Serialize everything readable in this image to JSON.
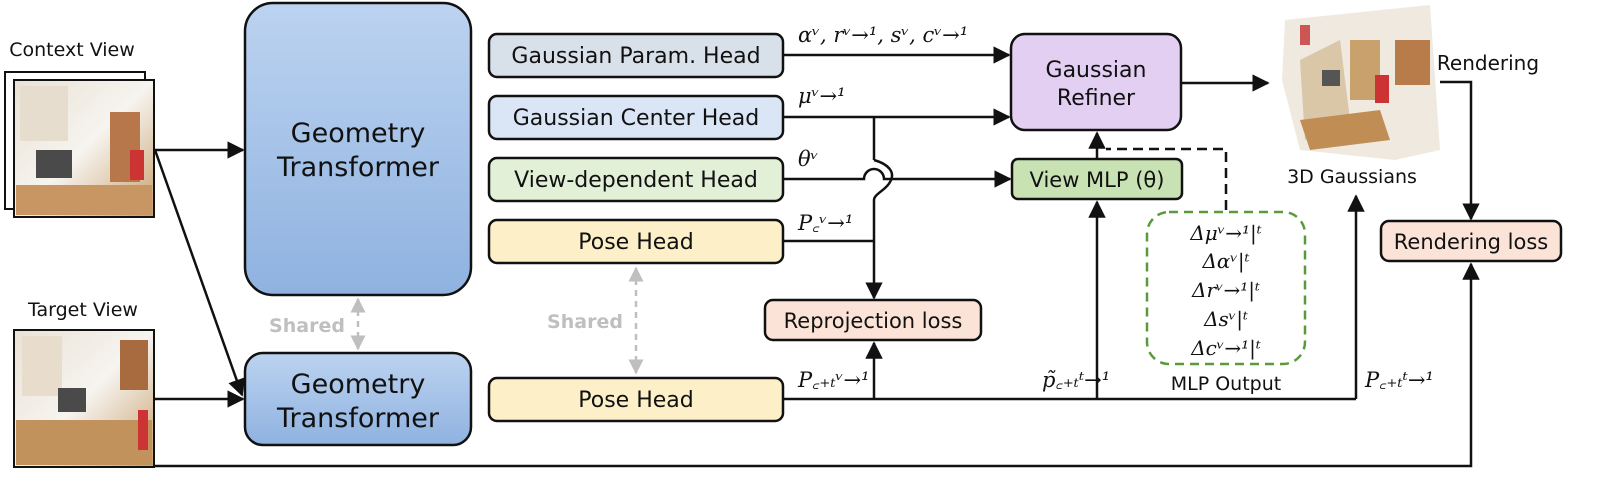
{
  "labels": {
    "context_view": "Context View",
    "target_view": "Target View",
    "geometry_transformer_top": [
      "Geometry",
      "Transformer"
    ],
    "geometry_transformer_bottom": [
      "Geometry",
      "Transformer"
    ],
    "shared_left": "Shared",
    "shared_mid": "Shared",
    "gaussian_param_head": "Gaussian Param. Head",
    "gaussian_center_head": "Gaussian Center Head",
    "view_dependent_head": "View-dependent Head",
    "pose_head_top": "Pose Head",
    "pose_head_bottom": "Pose Head",
    "reprojection_loss": "Reprojection loss",
    "gaussian_refiner": [
      "Gaussian",
      "Refiner"
    ],
    "view_mlp": "View MLP (θ)",
    "mlp_output": "MLP Output",
    "gaussians_3d": "3D Gaussians",
    "rendering": "Rendering",
    "rendering_loss": "Rendering loss"
  },
  "math": {
    "param_out": "αᵛ, rᵛ→¹, sᵛ, cᵛ→¹",
    "center_out": "μᵛ→¹",
    "view_out": "θᵛ",
    "pose_top_out": "P꜀ᵛ→¹",
    "pose_bottom_out": "P꜀₊ₜᵛ→¹",
    "p_tilde": "p̃꜀₊ₜᵗ→¹",
    "pose_right": "P꜀₊ₜᵗ→¹",
    "mlp_items": [
      "Δμᵛ→¹|ᵗ",
      "Δαᵛ|ᵗ",
      "Δrᵛ→¹|ᵗ",
      "Δsᵛ|ᵗ",
      "Δcᵛ→¹|ᵗ"
    ]
  },
  "colors": {
    "geometry_blue": "#a9c4e8",
    "param_gray": "#d8e0ea",
    "center_blue": "#dae5f5",
    "view_green": "#e2f0d8",
    "pose_yellow": "#fdf0c9",
    "loss_peach": "#fbe3d8",
    "refiner_purple": "#e2cff2",
    "mlp_green": "#c8e2b4",
    "dashed_green": "#5b9a3c",
    "shared_gray": "#bfbfbf"
  }
}
